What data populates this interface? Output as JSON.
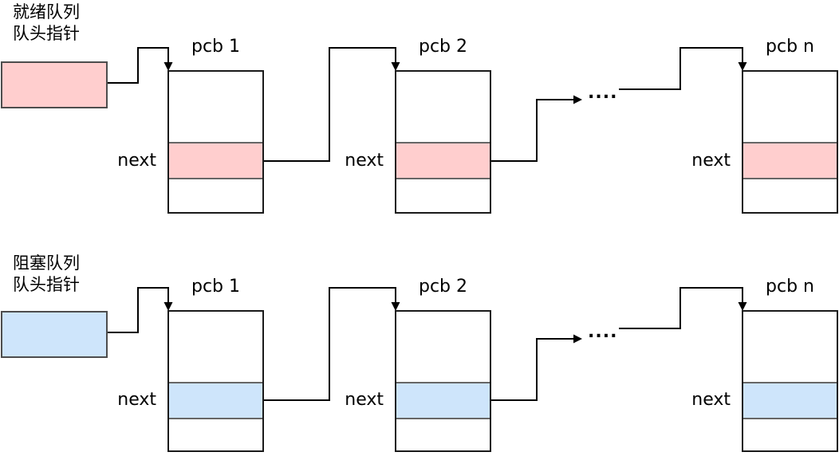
{
  "colors": {
    "ready_fill": "#FFCECE",
    "blocked_fill": "#CEE5FB",
    "pointer_border": "#4d4d4d",
    "box_border": "#1a1a1a",
    "divider": "#666666",
    "line": "#000000"
  },
  "queues": [
    {
      "id": "ready-queue",
      "label_line1": "就绪队列",
      "label_line2": "队头指针",
      "fill": "#FFCECE",
      "ellipsis": "....",
      "nodes": [
        {
          "title": "pcb 1",
          "next_label": "next"
        },
        {
          "title": "pcb 2",
          "next_label": "next"
        },
        {
          "title": "pcb n",
          "next_label": "next"
        }
      ]
    },
    {
      "id": "blocked-queue",
      "label_line1": "阻塞队列",
      "label_line2": "队头指针",
      "fill": "#CEE5FB",
      "ellipsis": "....",
      "nodes": [
        {
          "title": "pcb 1",
          "next_label": "next"
        },
        {
          "title": "pcb 2",
          "next_label": "next"
        },
        {
          "title": "pcb n",
          "next_label": "next"
        }
      ]
    }
  ]
}
